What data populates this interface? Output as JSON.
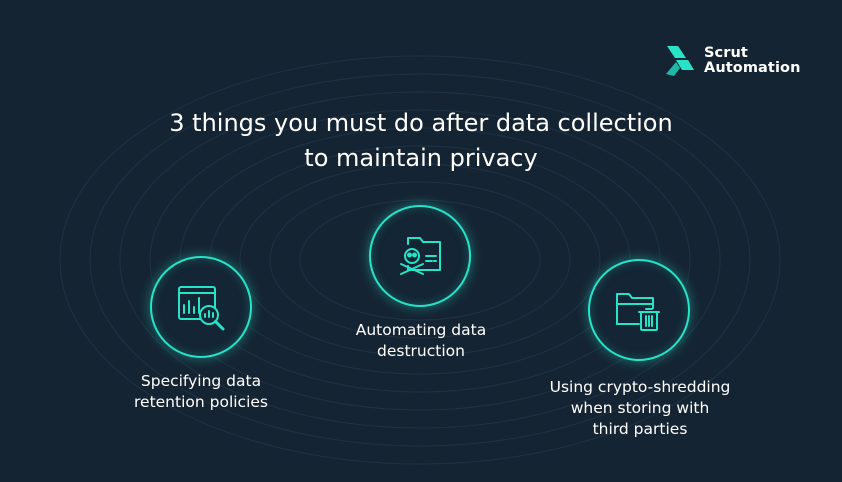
{
  "logo": {
    "line1": "Scrut",
    "line2": "Automation",
    "icon": "scrut-logo-icon"
  },
  "title": {
    "line1": "3 things you must do after data collection",
    "line2": "to maintain privacy"
  },
  "items": [
    {
      "icon": "chart-magnifier-icon",
      "line1": "Specifying data",
      "line2": "retention policies"
    },
    {
      "icon": "skull-folder-icon",
      "line1": "Automating data",
      "line2": "destruction"
    },
    {
      "icon": "folder-trash-icon",
      "line1": "Using crypto-shredding",
      "line2": "when storing with",
      "line3": "third parties"
    }
  ],
  "colors": {
    "background": "#152433",
    "accent": "#27e3c8",
    "text": "#ffffff"
  }
}
